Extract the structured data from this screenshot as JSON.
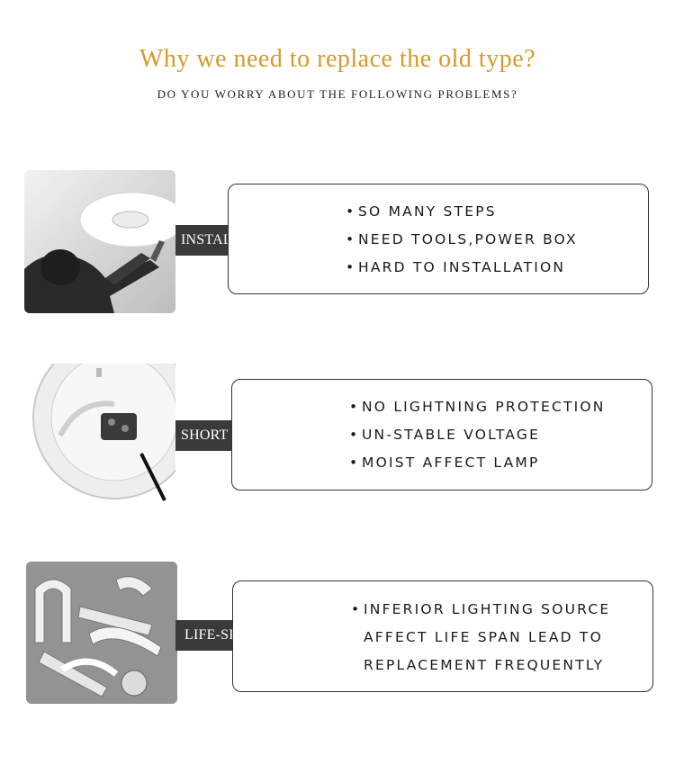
{
  "header": {
    "title": "Why we need to replace the old type?",
    "subtitle": "DO YOU WORRY ABOUT THE FOLLOWING PROBLEMS?"
  },
  "colors": {
    "title": "#d79a2a",
    "arrow": "#3a3a3a"
  },
  "rows": [
    {
      "label": "INSTALLTION",
      "photo": "installation-photo",
      "items": [
        "SO MANY STEPS",
        "NEED TOOLS,POWER BOX",
        "HARD TO INSTALLATION"
      ]
    },
    {
      "label": "SHORT CIRCUIT",
      "photo": "open-lamp-photo",
      "items": [
        "NO LIGHTNING PROTECTION",
        "UN-STABLE VOLTAGE",
        "MOIST AFFECT LAMP"
      ]
    },
    {
      "label": "LIFE-SPAN",
      "photo": "broken-bulbs-photo",
      "items": [
        "INFERIOR LIGHTING SOURCE",
        "AFFECT LIFE SPAN LEAD TO",
        "REPLACEMENT FREQUENTLY"
      ]
    }
  ]
}
